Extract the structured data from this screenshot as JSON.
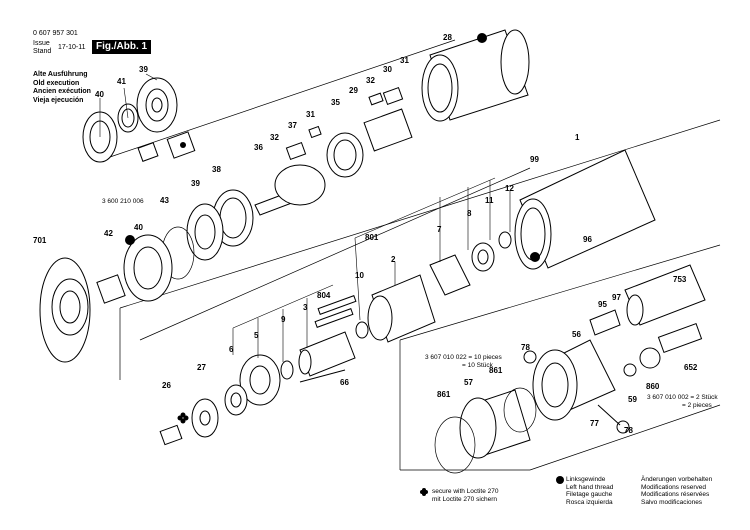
{
  "header": {
    "doc_number": "0 607 957 301",
    "issue_label": "Issue",
    "stand_label": "Stand",
    "date": "17-10-11",
    "figure": "Fig./Abb. 1"
  },
  "old_version": {
    "de": "Alte Ausführung",
    "en": "Old execution",
    "fr": "Ancien exécution",
    "es": "Vieja ejecución"
  },
  "part_numbers": {
    "p1": "1",
    "p2": "2",
    "p3": "3",
    "p5": "5",
    "p6": "6",
    "p7": "7",
    "p8": "8",
    "p9": "9",
    "p10": "10",
    "p11": "11",
    "p12": "12",
    "p26": "26",
    "p27": "27",
    "p28": "28",
    "p29": "29",
    "p30": "30",
    "p31a": "31",
    "p31b": "31",
    "p32a": "32",
    "p32b": "32",
    "p35": "35",
    "p36": "36",
    "p37": "37",
    "p38": "38",
    "p39a": "39",
    "p39b": "39",
    "p40a": "40",
    "p40b": "40",
    "p41": "41",
    "p42": "42",
    "p43": "43",
    "p56": "56",
    "p57": "57",
    "p59": "59",
    "p66": "66",
    "p77": "77",
    "p78a": "78",
    "p78b": "78",
    "p95": "95",
    "p96": "96",
    "p97": "97",
    "p99": "99",
    "p652": "652",
    "p701": "701",
    "p753": "753",
    "p801": "801",
    "p804": "804",
    "p860": "860",
    "p861a": "861",
    "p861b": "861"
  },
  "notes": {
    "kit_43": "3 600 210 006",
    "kit_78_line1": "3 607 010 022 = 10 pieces",
    "kit_78_line2": "= 10 Stück",
    "kit_59_line1": "3 607 010 002 = 2 Stück",
    "kit_59_line2": "= 2 pieces"
  },
  "legend_left": {
    "line1": "secure with Loctite 270",
    "line2": "mit Loctite 270 sichern"
  },
  "legend_mid": {
    "line1": "Linksgewinde",
    "line2": "Left hand thread",
    "line3": "Filetage gauche",
    "line4": "Rosca izquierda"
  },
  "legend_right": {
    "line1": "Änderungen vorbehalten",
    "line2": "Modifications reserved",
    "line3": "Modifications réservées",
    "line4": "Salvo modificaciones"
  },
  "icons": {
    "left_thread": "circled-star-icon",
    "loctite": "cross-clover-icon"
  }
}
